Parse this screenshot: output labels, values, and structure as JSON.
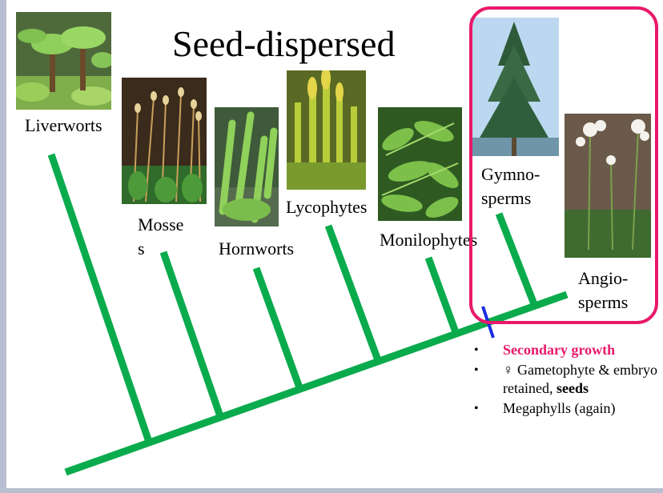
{
  "title": "Seed-dispersed",
  "taxa": [
    {
      "label": "Liverworts",
      "photo_icon": "liverwort-photo"
    },
    {
      "label": "Mosses",
      "photo_icon": "moss-photo"
    },
    {
      "label": "Hornworts",
      "photo_icon": "hornwort-photo"
    },
    {
      "label": "Lycophytes",
      "photo_icon": "lycophyte-photo"
    },
    {
      "label": "Monilophytes",
      "photo_icon": "fern-photo"
    },
    {
      "label": "Gymno-sperms",
      "photo_icon": "pine-photo"
    },
    {
      "label": "Angio-sperms",
      "photo_icon": "flower-photo"
    }
  ],
  "bullets": {
    "item1": "Secondary growth",
    "item2_text": "♀ Gametophyte & embryo retained,",
    "item2_bold": "seeds",
    "item3": "Megaphylls (again)"
  },
  "colors": {
    "branch": "#0aab4c",
    "highlight": "#e8196a",
    "marker": "#1a2ee0"
  }
}
